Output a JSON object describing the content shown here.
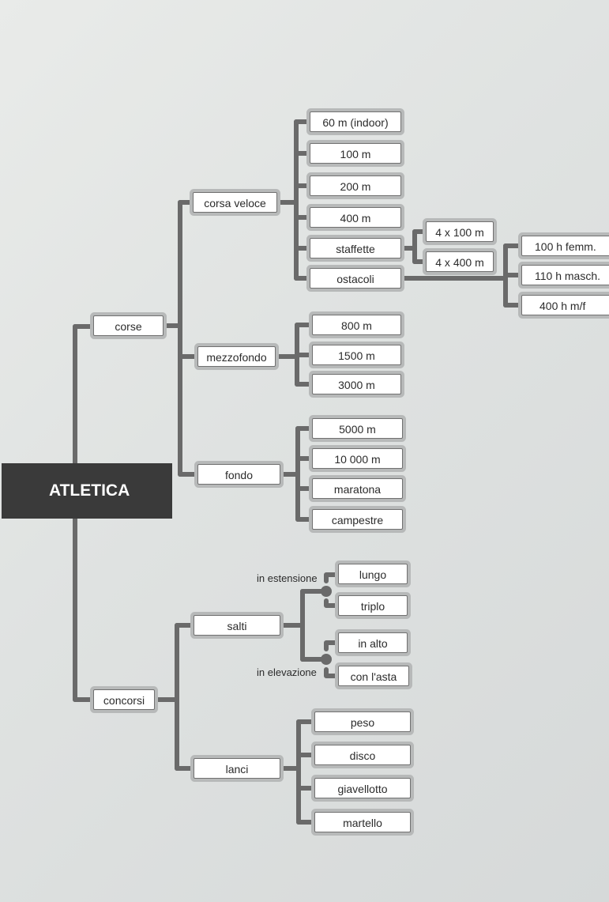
{
  "root": "ATLETICA",
  "corse": {
    "label": "corse",
    "corsa_veloce": {
      "label": "corsa veloce",
      "items": [
        "60 m (indoor)",
        "100 m",
        "200 m",
        "400 m",
        "staffette",
        "ostacoli"
      ],
      "staffette": [
        "4 x 100 m",
        "4 x 400 m"
      ],
      "ostacoli": [
        "100 h femm.",
        "110 h masch.",
        "400 h m/f"
      ]
    },
    "mezzofondo": {
      "label": "mezzofondo",
      "items": [
        "800 m",
        "1500 m",
        "3000 m"
      ]
    },
    "fondo": {
      "label": "fondo",
      "items": [
        "5000 m",
        "10 000 m",
        "maratona",
        "campestre"
      ]
    }
  },
  "concorsi": {
    "label": "concorsi",
    "salti": {
      "label": "salti",
      "estensione": {
        "label": "in estensione",
        "items": [
          "lungo",
          "triplo"
        ]
      },
      "elevazione": {
        "label": "in elevazione",
        "items": [
          "in alto",
          "con l'asta"
        ]
      }
    },
    "lanci": {
      "label": "lanci",
      "items": [
        "peso",
        "disco",
        "giavellotto",
        "martello"
      ]
    }
  },
  "colors": {
    "connector": "#6a6a6a",
    "root_bg": "#3a3a3a",
    "box_bg": "#ffffff"
  }
}
